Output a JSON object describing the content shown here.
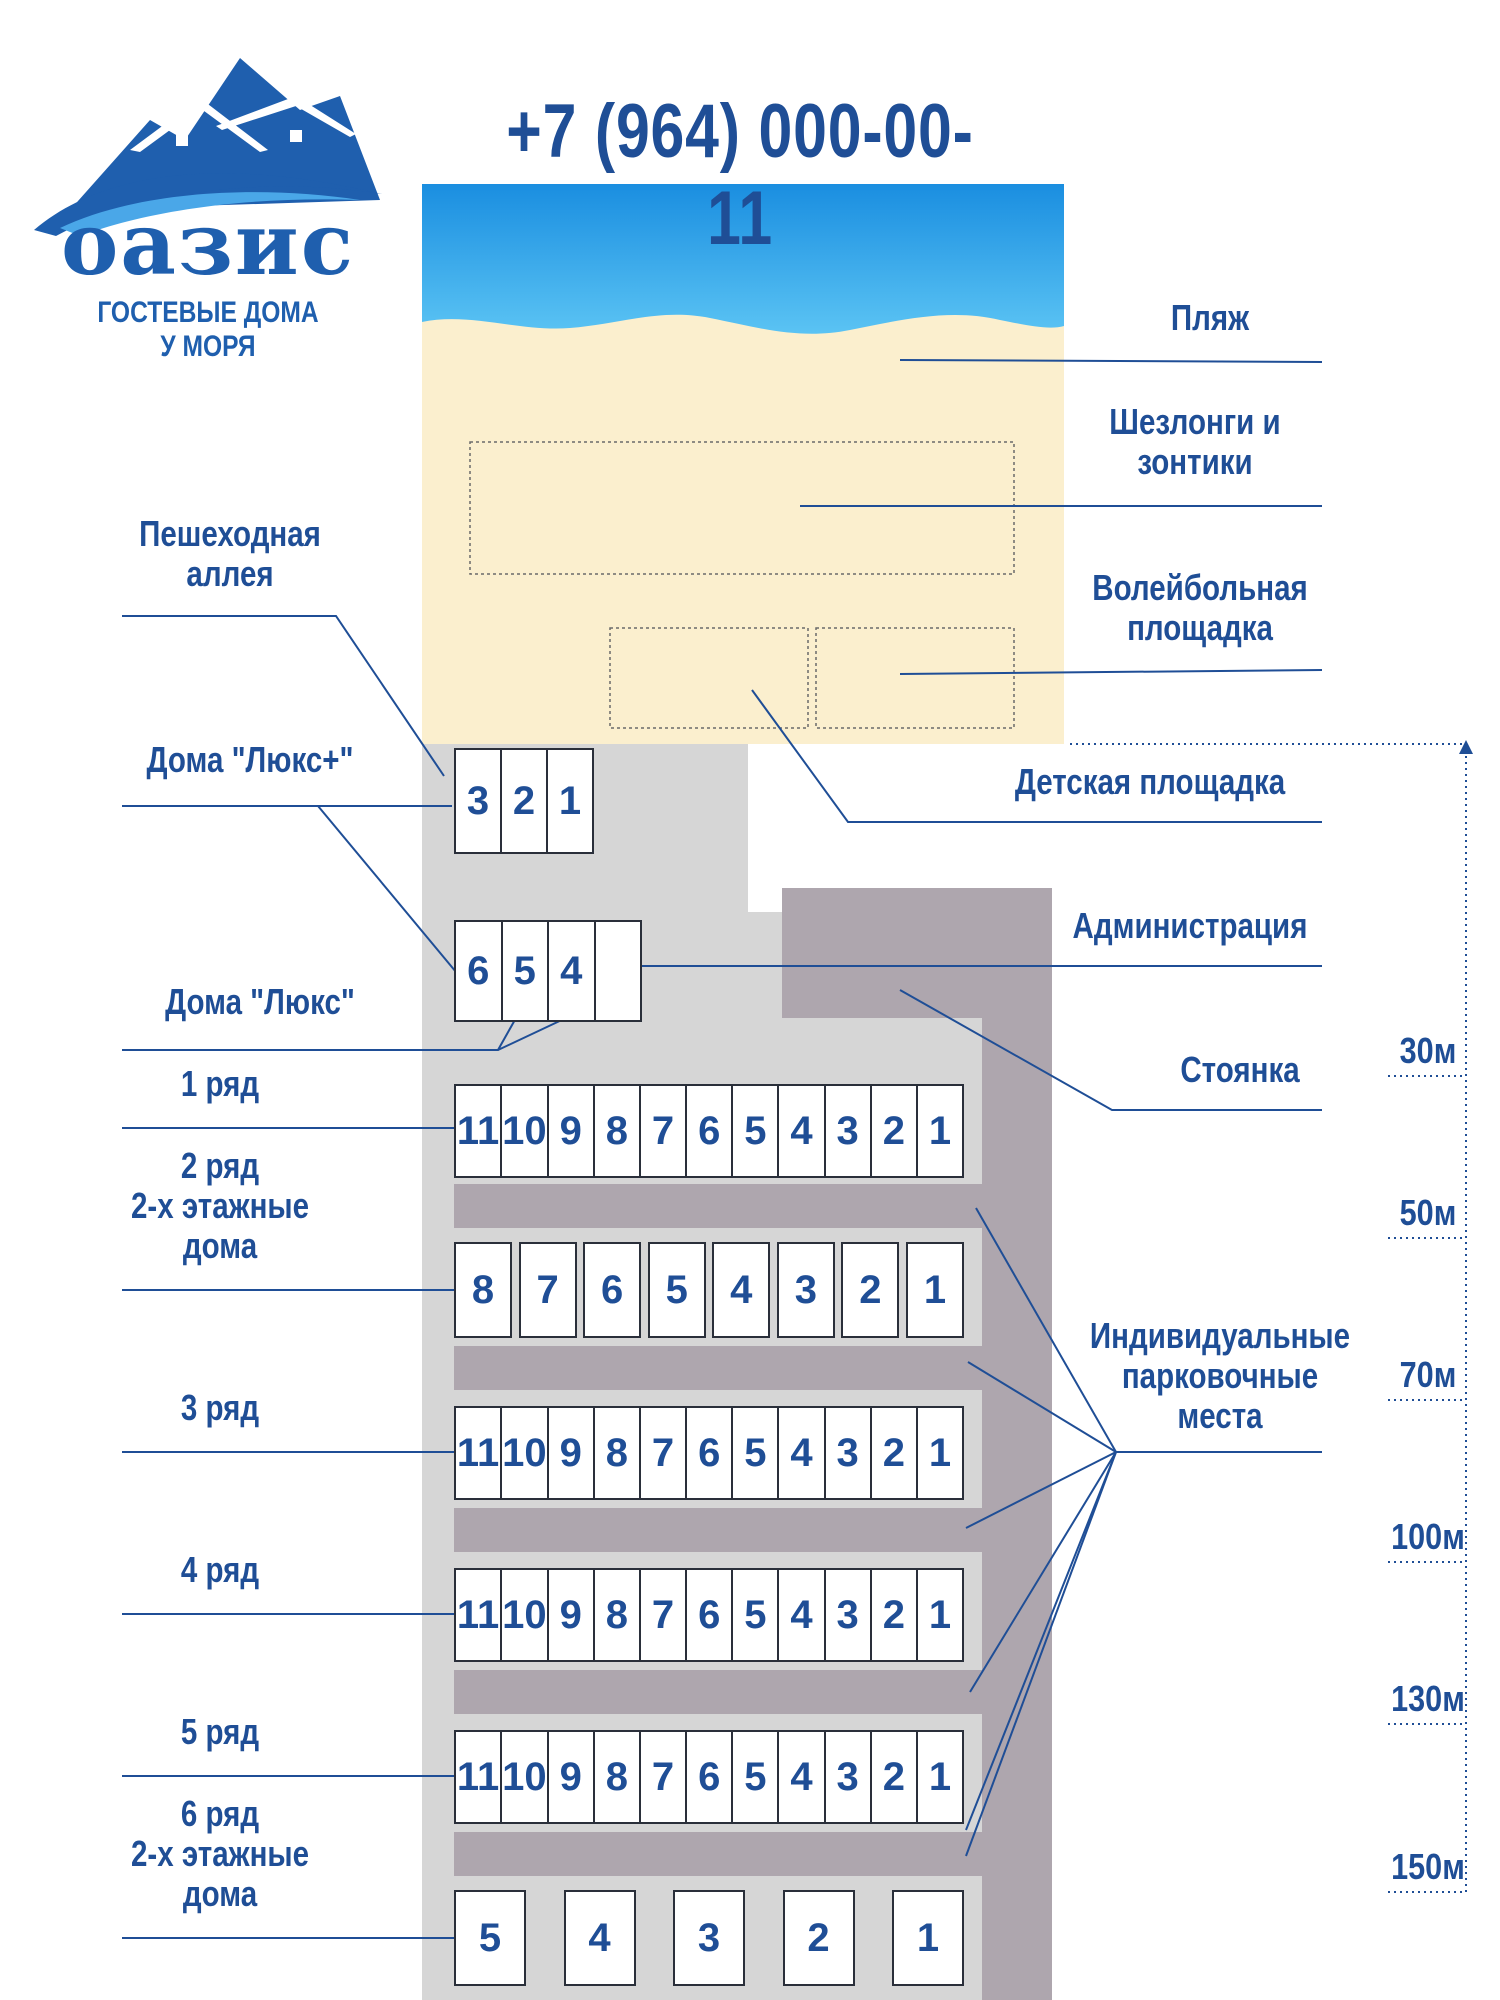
{
  "brand": {
    "name": "оазис",
    "tagline_line1": "ГОСТЕВЫЕ ДОМА",
    "tagline_line2": "У МОРЯ"
  },
  "phone": "+7 (964) 000-00-11",
  "labels": {
    "beach": "Пляж",
    "loungers": "Шезлонги и\nзонтики",
    "volleyball": "Волейбольная\nплощадка",
    "playground": "Детская площадка",
    "walkway": "Пешеходная\nаллея",
    "lux_plus": "Дома \"Люкс+\"",
    "lux": "Дома \"Люкс\"",
    "administration": "Администрация",
    "parking": "Стоянка",
    "individual_parking": "Индивидуальные\nпарковочные\nместа",
    "row1": "1 ряд",
    "row2": "2 ряд\n2-х этажные\nдома",
    "row3": "3 ряд",
    "row4": "4 ряд",
    "row5": "5 ряд",
    "row6": "6 ряд\n2-х этажные\nдома"
  },
  "distances": [
    "30м",
    "50м",
    "70м",
    "100м",
    "130м",
    "150м"
  ],
  "lux_plus_houses": [
    "3",
    "2",
    "1"
  ],
  "lux_houses": [
    "6",
    "5",
    "4",
    ""
  ],
  "rows": [
    [
      "11",
      "10",
      "9",
      "8",
      "7",
      "6",
      "5",
      "4",
      "3",
      "2",
      "1"
    ],
    [
      "8",
      "7",
      "6",
      "5",
      "4",
      "3",
      "2",
      "1"
    ],
    [
      "11",
      "10",
      "9",
      "8",
      "7",
      "6",
      "5",
      "4",
      "3",
      "2",
      "1"
    ],
    [
      "11",
      "10",
      "9",
      "8",
      "7",
      "6",
      "5",
      "4",
      "3",
      "2",
      "1"
    ],
    [
      "11",
      "10",
      "9",
      "8",
      "7",
      "6",
      "5",
      "4",
      "3",
      "2",
      "1"
    ],
    [
      "5",
      "4",
      "3",
      "2",
      "1"
    ]
  ],
  "colors": {
    "text": "#1f4e96",
    "sand": "#fbefce",
    "walkway": "#d6d6d6",
    "parking": "#aea6ae",
    "sea_top": "#1a8ee0",
    "sea_bottom": "#5fc7f5"
  }
}
